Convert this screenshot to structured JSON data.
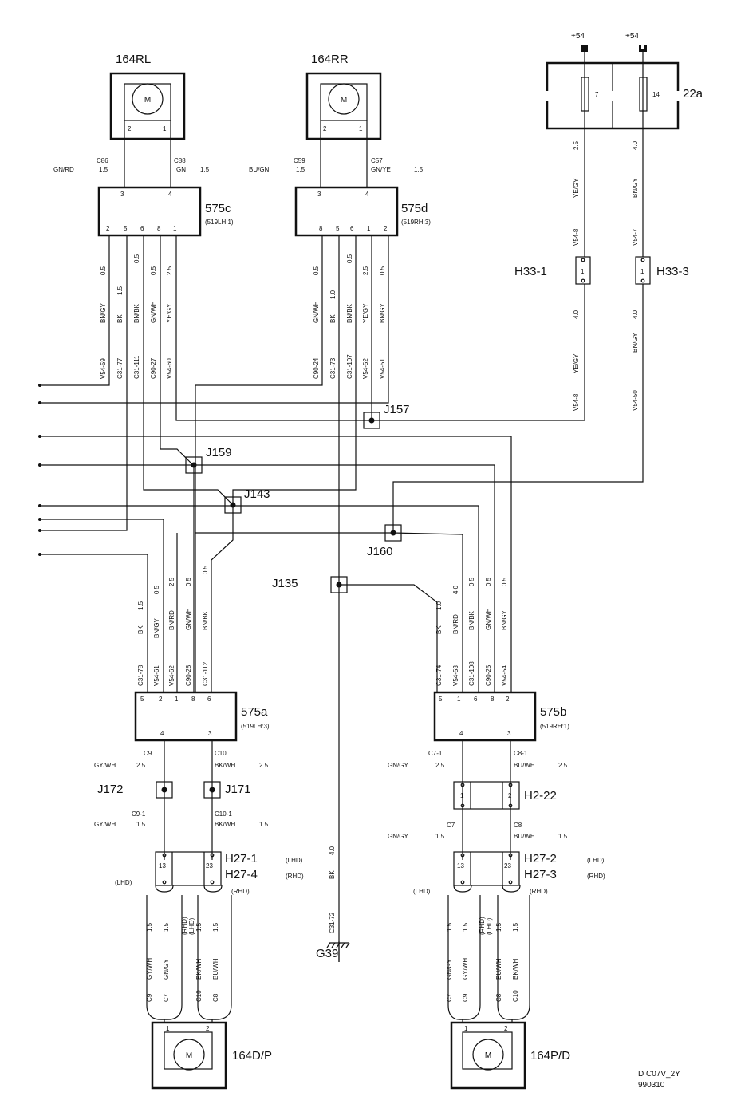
{
  "components": {
    "m164rl": {
      "label": "164RL",
      "motor": "M",
      "pin_a": "2",
      "pin_b": "1"
    },
    "m164rr": {
      "label": "164RR",
      "motor": "M",
      "pin_a": "2",
      "pin_b": "1"
    },
    "m164dp": {
      "label": "164D/P",
      "motor": "M",
      "pin_a": "1",
      "pin_b": "2"
    },
    "m164pd": {
      "label": "164P/D",
      "motor": "M",
      "pin_a": "1",
      "pin_b": "2"
    },
    "u575c": {
      "label": "575c",
      "sub": "(519LH:1)",
      "top_pins": [
        "3",
        "4"
      ],
      "bottom_pins": [
        "2",
        "5",
        "6",
        "8",
        "1"
      ]
    },
    "u575d": {
      "label": "575d",
      "sub": "(519RH:3)",
      "top_pins": [
        "3",
        "4"
      ],
      "bottom_pins": [
        "8",
        "5",
        "6",
        "1",
        "2"
      ]
    },
    "u575a": {
      "label": "575a",
      "sub": "(519LH:3)",
      "top_pins": [
        "5",
        "2",
        "1",
        "8",
        "6"
      ],
      "bottom_pins": [
        "4",
        "3"
      ]
    },
    "u575b": {
      "label": "575b",
      "sub": "(519RH:1)",
      "top_pins": [
        "5",
        "1",
        "6",
        "8",
        "2"
      ],
      "bottom_pins": [
        "4",
        "3"
      ]
    },
    "fuse_box": {
      "label": "22a",
      "fuse1": "7",
      "fuse2": "14",
      "supply1": "+54",
      "supply2": "+54"
    },
    "h33_1": {
      "label": "H33-1",
      "pin": "1"
    },
    "h33_3": {
      "label": "H33-3",
      "pin": "1"
    },
    "h2_22": {
      "label": "H2-22",
      "pin1": "1",
      "pin2": "2"
    },
    "h27_left": {
      "label1": "H27-1",
      "label2": "H27-4",
      "pin1": "13",
      "pin2": "23",
      "note1": "(LHD)",
      "note2": "(RHD)",
      "side_l": "(LHD)",
      "side_r": "(RHD)"
    },
    "h27_right": {
      "label1": "H27-2",
      "label2": "H27-3",
      "pin1": "13",
      "pin2": "23",
      "note1": "(LHD)",
      "note2": "(RHD)",
      "side_l": "(LHD)",
      "side_r": "(RHD)"
    },
    "ground": {
      "label": "G39"
    }
  },
  "junctions": {
    "j157": "J157",
    "j159": "J159",
    "j143": "J143",
    "j160": "J160",
    "j135": "J135",
    "j172": "J172",
    "j171": "J171"
  },
  "wire_labels": {
    "rl_c86": "C86",
    "rl_gnrd": "GN/RD",
    "rl_15a": "1.5",
    "rl_c88": "C88",
    "rl_gn": "GN",
    "rl_15b": "1.5",
    "rr_bugn": "BU/GN",
    "rr_c59": "C59",
    "rr_15a": "1.5",
    "rr_c57": "C57",
    "rr_gnye": "GN/YE",
    "rr_15b": "1.5",
    "f_25": "2.5",
    "f_yegy": "YE/GY",
    "f_v548": "V54-8",
    "f_40": "4.0",
    "f_bngy": "BN/GY",
    "f_v547": "V54-7",
    "h33a_40": "4.0",
    "h33a_yegy": "YE/GY",
    "h33a_v548": "V54-8",
    "h33b_40": "4.0",
    "h33b_bngy": "BN/GY",
    "h33b_v5450": "V54-50",
    "c_1_s": "0.5",
    "c_1_c": "BN/GY",
    "c_1_i": "V54-59",
    "c_2_s": "1.5",
    "c_2_c": "BK",
    "c_2_i": "C31-77",
    "c_3_s": "0.5",
    "c_3_c": "BN/BK",
    "c_3_i": "C31-111",
    "c_4_s": "0.5",
    "c_4_c": "GN/WH",
    "c_4_i": "C90-27",
    "c_5_s": "2.5",
    "c_5_c": "YE/GY",
    "c_5_i": "V54-60",
    "d_1_s": "0.5",
    "d_1_c": "GN/WH",
    "d_1_i": "C90-24",
    "d_2_s": "1.0",
    "d_2_c": "BK",
    "d_2_i": "C31-73",
    "d_3_s": "0.5",
    "d_3_c": "BN/BK",
    "d_3_i": "C31-107",
    "d_4_s": "2.5",
    "d_4_c": "YE/GY",
    "d_4_i": "V54-52",
    "d_5_s": "0.5",
    "d_5_c": "BN/GY",
    "d_5_i": "V54-51",
    "a_1_s": "1.5",
    "a_1_c": "BK",
    "a_1_i": "C31-78",
    "a_2_s": "0.5",
    "a_2_c": "BN/GY",
    "a_2_i": "V54-61",
    "a_3_s": "2.5",
    "a_3_c": "BN/RD",
    "a_3_i": "V54-62",
    "a_4_s": "0.5",
    "a_4_c": "GN/WH",
    "a_4_i": "C90-28",
    "a_5_s": "0.5",
    "a_5_c": "BN/BK",
    "a_5_i": "C31-112",
    "b_1_s": "1.0",
    "b_1_c": "BK",
    "b_1_i": "C31-74",
    "b_2_s": "4.0",
    "b_2_c": "BN/RD",
    "b_2_i": "V54-53",
    "b_3_s": "0.5",
    "b_3_c": "BN/BK",
    "b_3_i": "C31-108",
    "b_4_s": "0.5",
    "b_4_c": "GN/WH",
    "b_4_i": "C90-25",
    "b_5_s": "0.5",
    "b_5_c": "BN/GY",
    "b_5_i": "V54-54",
    "g_40": "4.0",
    "g_bk": "BK",
    "g_c3172": "C31-72",
    "a_c9": "C9",
    "a_gywh": "GY/WH",
    "a_25a": "2.5",
    "a_c10": "C10",
    "a_bkwh": "BK/WH",
    "a_25b": "2.5",
    "a_c91": "C9-1",
    "a_gywh2": "GY/WH",
    "a_15a": "1.5",
    "a_c101": "C10-1",
    "a_bkwh2": "BK/WH",
    "a_15b": "1.5",
    "b_c71": "C7-1",
    "b_gngy": "GN/GY",
    "b_25a": "2.5",
    "b_c81": "C8-1",
    "b_buwh": "BU/WH",
    "b_25b": "2.5",
    "b_c7": "C7",
    "b_gngy2": "GN/GY",
    "b_15a": "1.5",
    "b_c8": "C8",
    "b_buwh2": "BU/WH",
    "b_15b": "1.5",
    "dp_1_s": "1.5",
    "dp_1_c": "GY/WH",
    "dp_1_i": "C9",
    "dp_2_s": "1.5",
    "dp_2_c": "GN/GY",
    "dp_2_i": "C7",
    "dp_2_n": "(RHD)",
    "dp_3_s": "1.5",
    "dp_3_c": "BK/WH",
    "dp_3_i": "C10",
    "dp_3_n": "(LHD)",
    "dp_4_s": "1.5",
    "dp_4_c": "BU/WH",
    "dp_4_i": "C8",
    "pd_1_s": "1.5",
    "pd_1_c": "GN/GY",
    "pd_1_i": "C7",
    "pd_2_s": "1.5",
    "pd_2_c": "GY/WH",
    "pd_2_i": "C9",
    "pd_2_n": "(RHD)",
    "pd_3_s": "1.5",
    "pd_3_c": "BU/WH",
    "pd_3_i": "C8",
    "pd_3_n": "(LHD)",
    "pd_4_s": "1.5",
    "pd_4_c": "BK/WH",
    "pd_4_i": "C10"
  },
  "footer": {
    "code": "D  C07V_2Y",
    "date": "990310"
  }
}
